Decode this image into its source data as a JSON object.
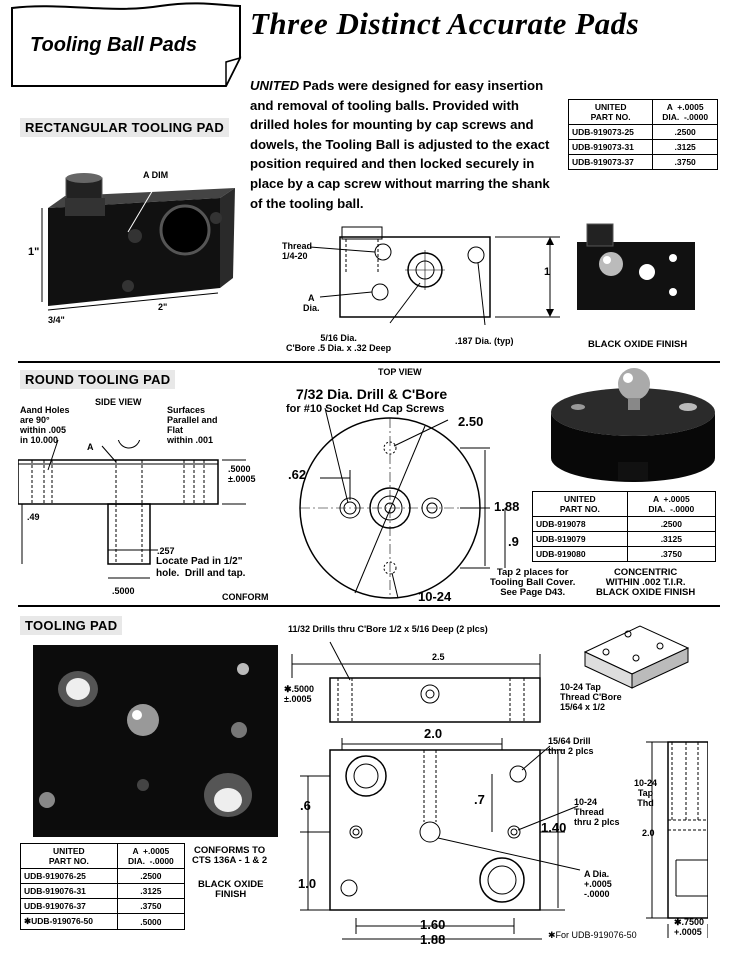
{
  "header": {
    "tab_label": "Tooling Ball Pads",
    "title": "Three Distinct Accurate Pads"
  },
  "intro": {
    "brand": "UNITED",
    "text": " Pads were designed for easy insertion and removal of tooling balls.  Provided with drilled holes for mounting by cap screws and dowels, the Tooling Ball is adjusted to the exact position required and then locked securely in place by a cap screw without marring the shank of the tooling ball."
  },
  "rect_pad": {
    "heading": "RECTANGULAR TOOLING PAD",
    "photo_labels": {
      "a_dim": "A DIM",
      "height": "1\"",
      "width": "2\"",
      "depth": "3/4\""
    },
    "drawing_labels": {
      "thread": "Thread\n1/4-20",
      "a_dia": "A\nDia.",
      "cbore": "5/16 Dia.\nC'Bore .5 Dia. x .32 Deep",
      "hole_187": ".187 Dia. (typ)",
      "height": "1"
    },
    "finish": "BLACK OXIDE FINISH",
    "table": {
      "headers": [
        "UNITED\nPART NO.",
        "A  +.0005\nDIA.  -.0000"
      ],
      "rows": [
        [
          "UDB-919073-25",
          ".2500"
        ],
        [
          "UDB-919073-31",
          ".3125"
        ],
        [
          "UDB-919073-37",
          ".3750"
        ]
      ]
    }
  },
  "round_pad": {
    "heading": "ROUND TOOLING PAD",
    "side_view": "SIDE VIEW",
    "top_view": "TOP VIEW",
    "a_holes_note": "Aand Holes\nare 90°\nwithin .005\nin 10.000",
    "surfaces_note": "Surfaces\nParallel and\nFlat\nwithin .001",
    "a_label": "A",
    "dims": {
      "thk": ".5000\n±.0005",
      "d49": ".49",
      "d257": ".257",
      "d5000": ".5000"
    },
    "locate_note": "Locate Pad in 1/2\"\nhole.  Drill and tap.",
    "conform": "CONFORM",
    "drill_note_1": "7/32 Dia. Drill & C'Bore",
    "drill_note_2": "for #10 Socket Hd Cap Screws",
    "top_dims": {
      "d250": "2.50",
      "d62": ".62",
      "d188": "1.88",
      "d9": ".9",
      "thread": "10-24"
    },
    "tap_note": "Tap 2 places for\nTooling Ball Cover.\nSee Page D43.",
    "concentric_note": "CONCENTRIC\nWITHIN .002 T.I.R.\nBLACK OXIDE FINISH",
    "table": {
      "headers": [
        "UNITED\nPART NO.",
        "A  +.0005\nDIA.  -.0000"
      ],
      "rows": [
        [
          "UDB-919078",
          ".2500"
        ],
        [
          "UDB-919079",
          ".3125"
        ],
        [
          "UDB-919080",
          ".3750"
        ]
      ]
    }
  },
  "tooling_pad": {
    "heading": "TOOLING PAD",
    "conforms": "CONFORMS TO\nCTS 136A - 1 & 2",
    "finish": "BLACK OXIDE\nFINISH",
    "drill_note": "11/32 Drills thru C'Bore 1/2 x 5/16 Deep (2 plcs)",
    "dims": {
      "d25": "2.5",
      "thk": "✱.5000\n±.0005",
      "d20": "2.0",
      "d6": ".6",
      "d7": ".7",
      "d140": "1.40",
      "d10": "1.0",
      "d160": "1.60",
      "d188": "1.88",
      "side_20": "2.0",
      "side_750": "✱.7500\n+.0005"
    },
    "tap_cbore": "10-24 Tap\nThread C'Bore\n15/64 x 1/2",
    "drill_1564": "15/64 Drill\nthru 2 plcs",
    "thread_note": "10-24\nThread\nthru 2 plcs",
    "a_dia": "A Dia.\n+.0005\n-.0000",
    "side_tap": "10-24\nTap\nThd",
    "footnote": "✱For UDB-919076-50",
    "table": {
      "headers": [
        "UNITED\nPART NO.",
        "A  +.0005\nDIA.  -.0000"
      ],
      "rows": [
        [
          "UDB-919076-25",
          ".2500"
        ],
        [
          "UDB-919076-31",
          ".3125"
        ],
        [
          "UDB-919076-37",
          ".3750"
        ],
        [
          "✱UDB-919076-50",
          ".5000"
        ]
      ]
    }
  }
}
